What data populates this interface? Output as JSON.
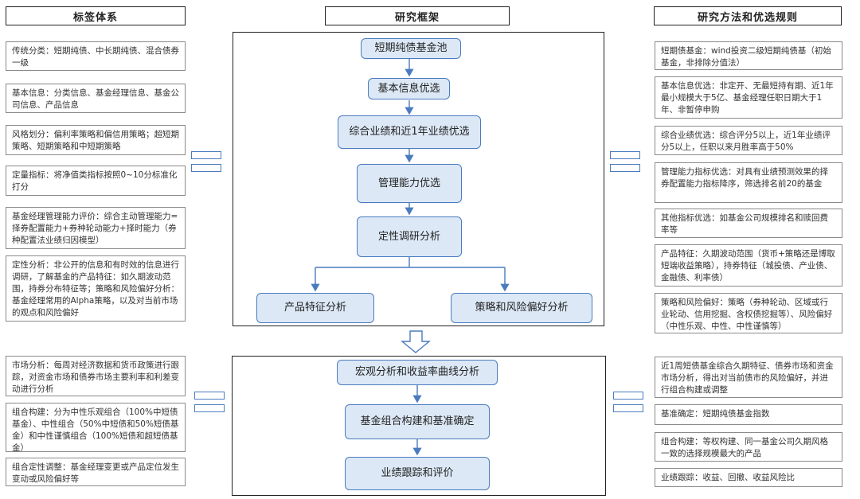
{
  "headers": {
    "left": "标签体系",
    "center": "研究框架",
    "right": "研究方法和优选规则"
  },
  "flow_top": [
    "短期纯债基金池",
    "基本信息优选",
    "综合业绩和近1年业绩优选",
    "管理能力优选",
    "定性调研分析",
    "产品特征分析",
    "策略和风险偏好分析"
  ],
  "flow_bottom": [
    "宏观分析和收益率曲线分析",
    "基金组合构建和基准确定",
    "业绩跟踪和评价"
  ],
  "left_top": [
    "传统分类：短期纯债、中长期纯债、混合债券一级",
    "基本信息：分类信息、基金经理信息、基金公司信息、产品信息",
    "风格划分：偏利率策略和偏信用策略；超短期策略、短期策略和中短期策略",
    "定量指标：将净值类指标按照0~10分标准化打分",
    "基金经理管理能力评价：综合主动管理能力=择券配置能力+券种轮动能力+择时能力（券种配置法业绩归因模型）",
    "定性分析：非公开的信息和有时效的信息进行调研，了解基金的产品特征：如久期波动范围，持券分布特征等；策略和风险偏好分析：基金经理常用的Alpha策略，以及对当前市场的观点和风险偏好"
  ],
  "left_bottom": [
    "市场分析：每周对经济数据和货币政策进行跟踪，对资金市场和债券市场主要利率和利差变动进行分析",
    "组合构建：分为中性乐观组合（100%中短债基金）、中性组合（50%中短债和50%短债基金）和中性谨慎组合（100%短债和超短债基金）",
    "组合定性调整：基金经理变更或产品定位发生变动或风险偏好等"
  ],
  "right_top": [
    "短期债基金：wind投资二级短期纯债基（初始基金，非排除分值法）",
    "基本信息优选：非定开、无最短持有期、近1年最小规模大于5亿、基金经理任职日期大于1年、非暂停申购",
    "综合业绩优选：综合评分5以上，近1年业绩评分5以上，任职以来月胜率高于50%",
    "管理能力指标优选：对具有业绩预测效果的择券配置能力指标降序，筛选排名前20的基金",
    "其他指标优选：如基金公司规模排名和赎回费率等",
    "产品特征：久期波动范围（货币+策略还是博取短端收益策略），持券特征（城投债、产业债、金融债、利率债）",
    "策略和风险偏好：策略（券种轮动、区域或行业轮动、信用挖掘、含权债挖掘等）、风险偏好（中性乐观、中性、中性谨慎等）"
  ],
  "right_bottom": [
    "近1周短债基金综合久期特征、债券市场和资金市场分析，得出对当前债市的风险偏好，并进行组合构建或调整",
    "基准确定：短期纯债基金指数",
    "组合构建：等权构建、同一基金公司久期风格一致的选择规模最大的产品",
    "业绩跟踪：收益、回撤、收益风险比"
  ]
}
